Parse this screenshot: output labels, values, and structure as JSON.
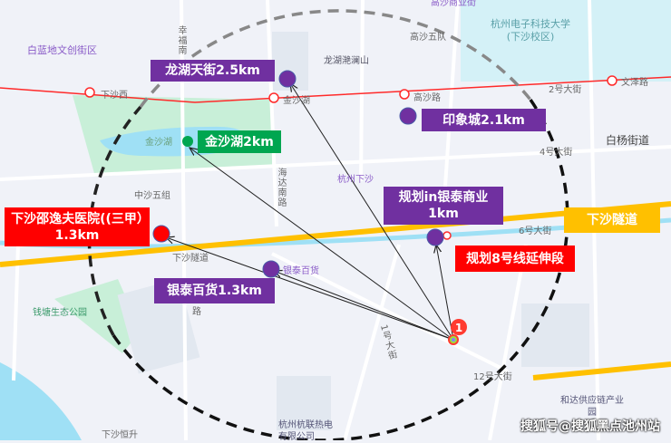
{
  "callouts": {
    "longhu": "龙湖天街2.5km",
    "jinshahu": "金沙湖2km",
    "hospital": "下沙邵逸夫医院((三甲）1.3km",
    "yintai_dept": "银泰百货1.3km",
    "yintai_plan": "规划in银泰商业1km",
    "yinxiang": "印象城2.1km",
    "tunnel": "下沙隧道",
    "line8": "规划8号线延伸段"
  },
  "map_labels": {
    "bailan": "白蓝地文创街区",
    "xingfu": "幸福南",
    "longhu_lanshan": "龙湖滟澜山",
    "gaosha_street": "高沙商业街",
    "gaosha5": "高沙五队",
    "hdu": "杭州电子科技大学(下沙校区)",
    "xiasha_west": "下沙西",
    "jinshahu_station": "金沙湖",
    "gaosha_road": "高沙路",
    "wenze": "文泽路",
    "avenue2": "2号大街",
    "baiyang": "白杨街道",
    "avenue4": "4号大街",
    "jinshahu_lake": "金沙湖",
    "haida": "海达南路",
    "zhongsha5": "中沙五组",
    "hangzhou_xiasha": "杭州下沙",
    "xiasha_tunnel_road": "下沙隧道",
    "avenue6": "6号大街",
    "yintai_poi": "银泰百货",
    "qiantang_park": "钱塘生态公园",
    "road_lu": "路",
    "avenue1": "1号大街",
    "avenue12": "12号大街",
    "heda": "和达供应链产业园",
    "lianre": "杭州杭联热电有限公司",
    "xiasha_hengsheng": "下沙恒升"
  },
  "origin_badge": "1",
  "watermark": "搜狐号@搜狐黑点池州站",
  "colors": {
    "purple": "#7030a0",
    "green": "#00a650",
    "red": "#ff0000",
    "orange": "#ffc000",
    "metro": "#ff2a2a"
  }
}
